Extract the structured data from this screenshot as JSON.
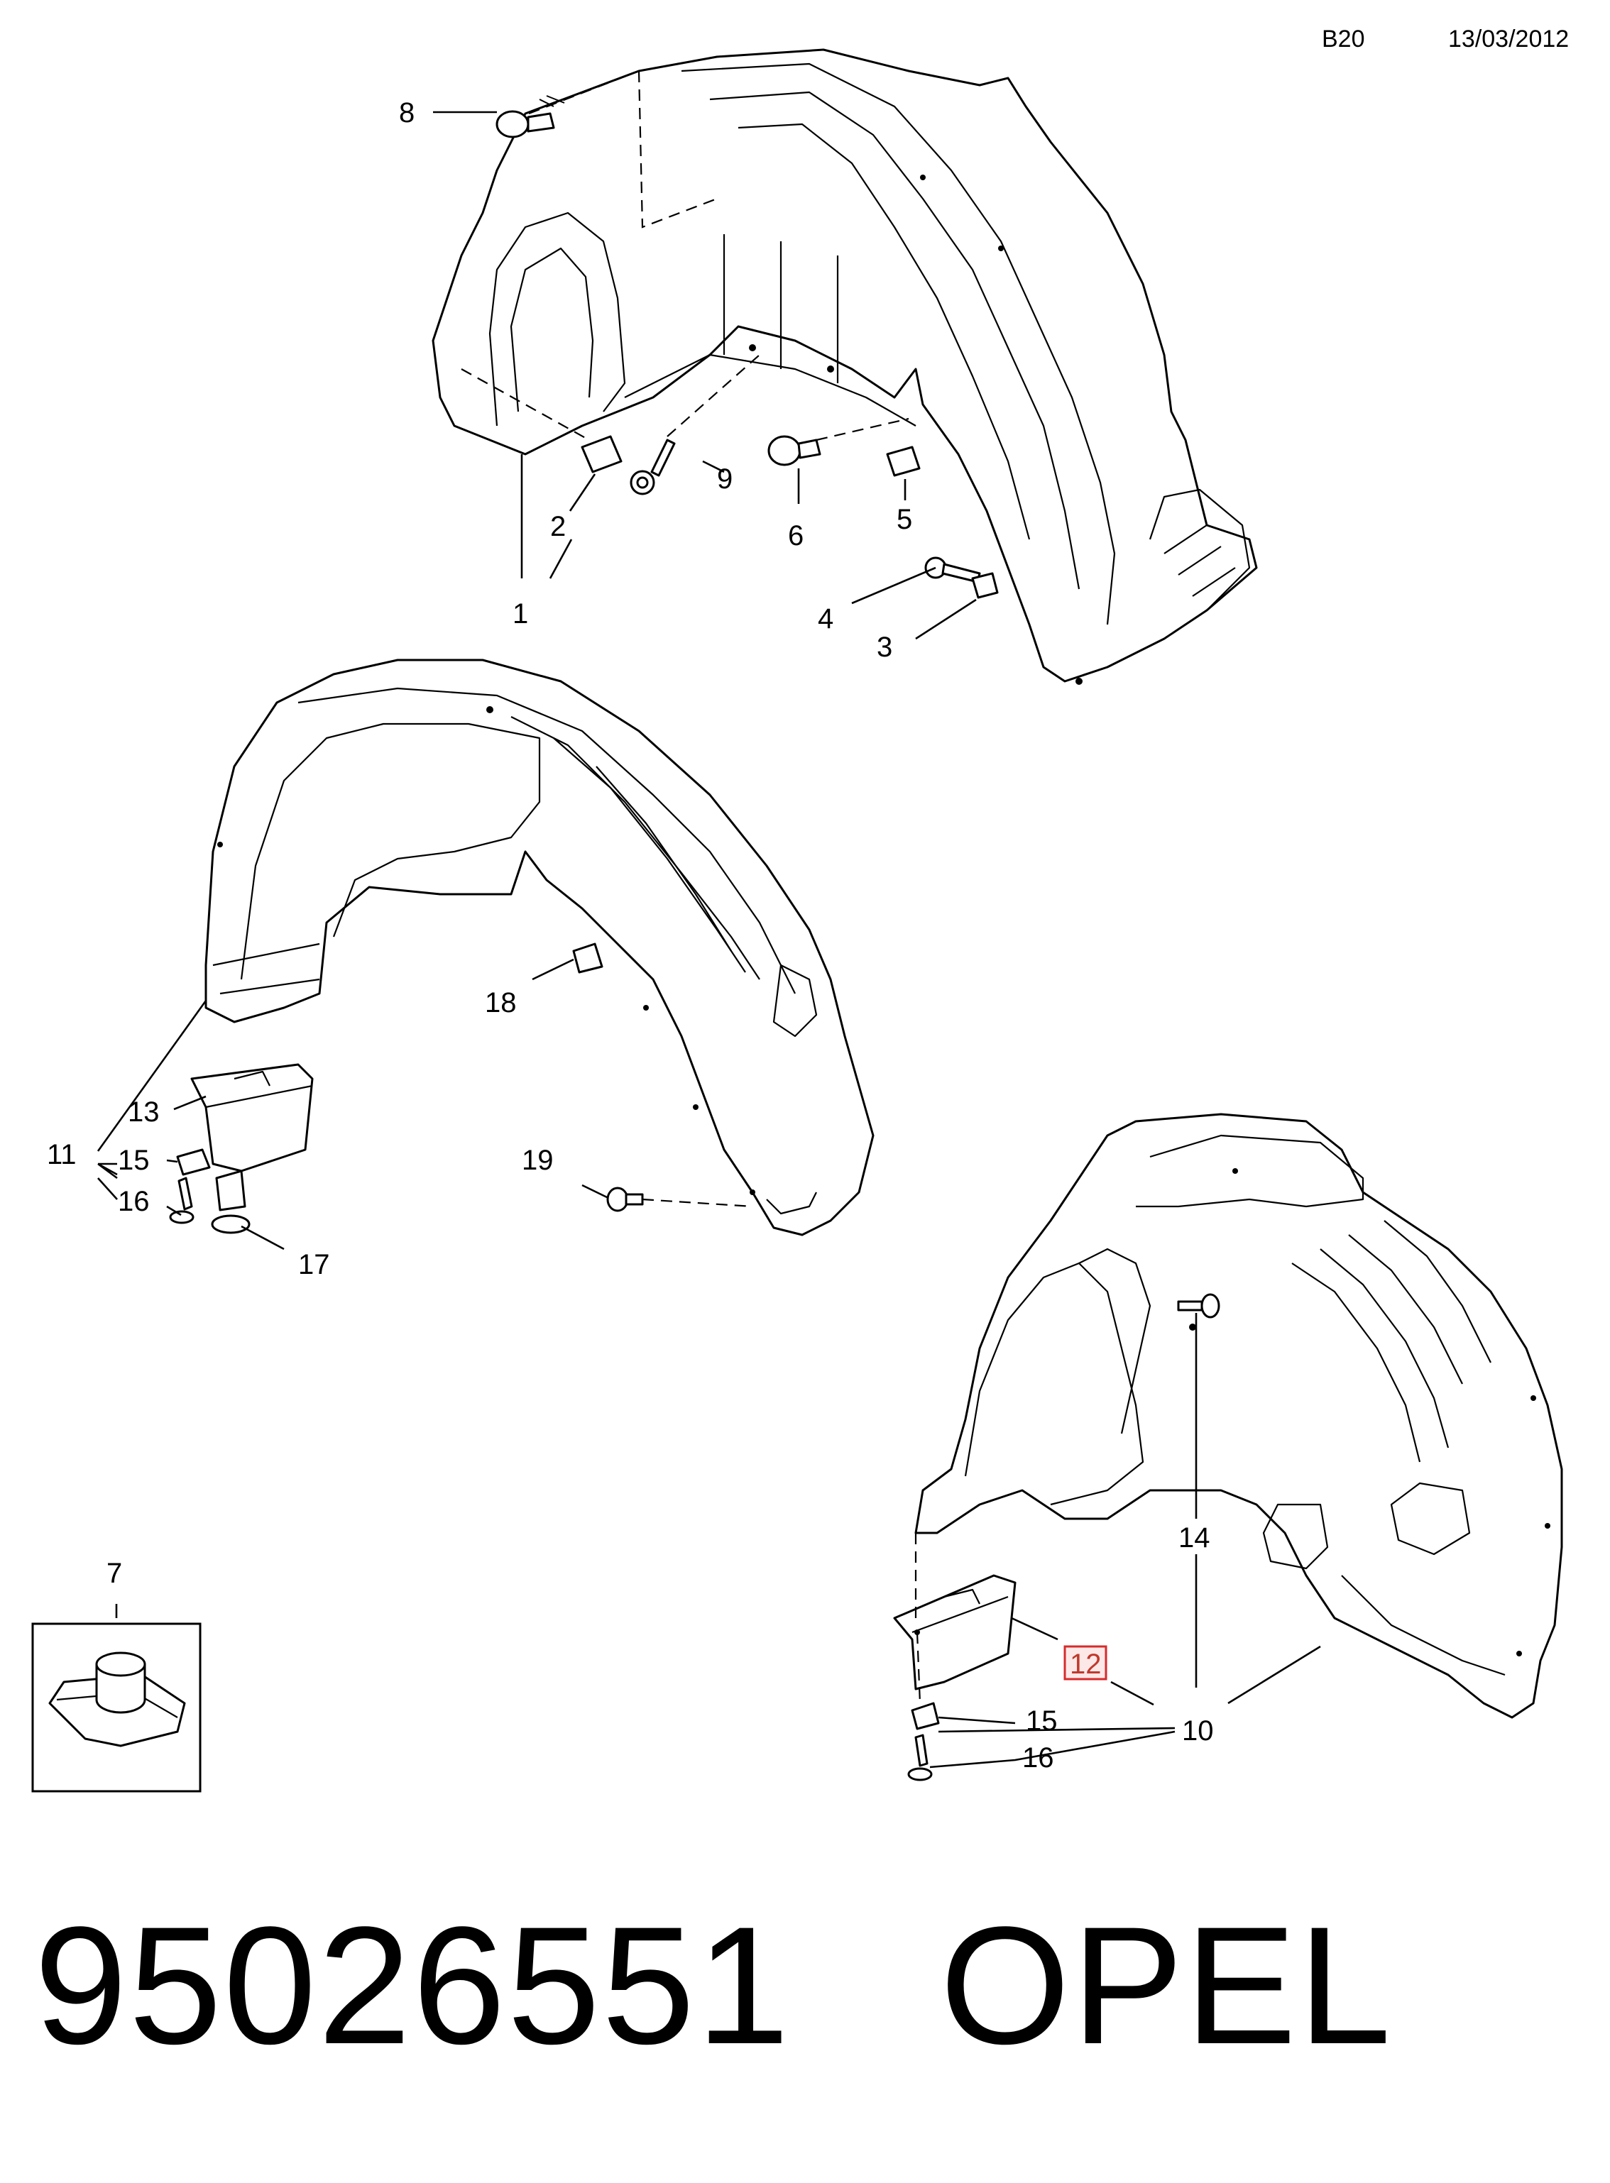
{
  "header": {
    "section_code": "B20",
    "date": "13/03/2012"
  },
  "callouts": {
    "c1": "1",
    "c2": "2",
    "c3": "3",
    "c4": "4",
    "c5": "5",
    "c6": "6",
    "c7": "7",
    "c8": "8",
    "c9": "9",
    "c10": "10",
    "c11": "11",
    "c12": "12",
    "c13": "13",
    "c14": "14",
    "c15a": "15",
    "c15b": "15",
    "c16a": "16",
    "c16b": "16",
    "c17": "17",
    "c18": "18",
    "c19": "19"
  },
  "highlighted_callout": "12",
  "highlight_color": "#d62b2b",
  "footer": {
    "part_number": "95026551",
    "brand": "OPEL"
  }
}
